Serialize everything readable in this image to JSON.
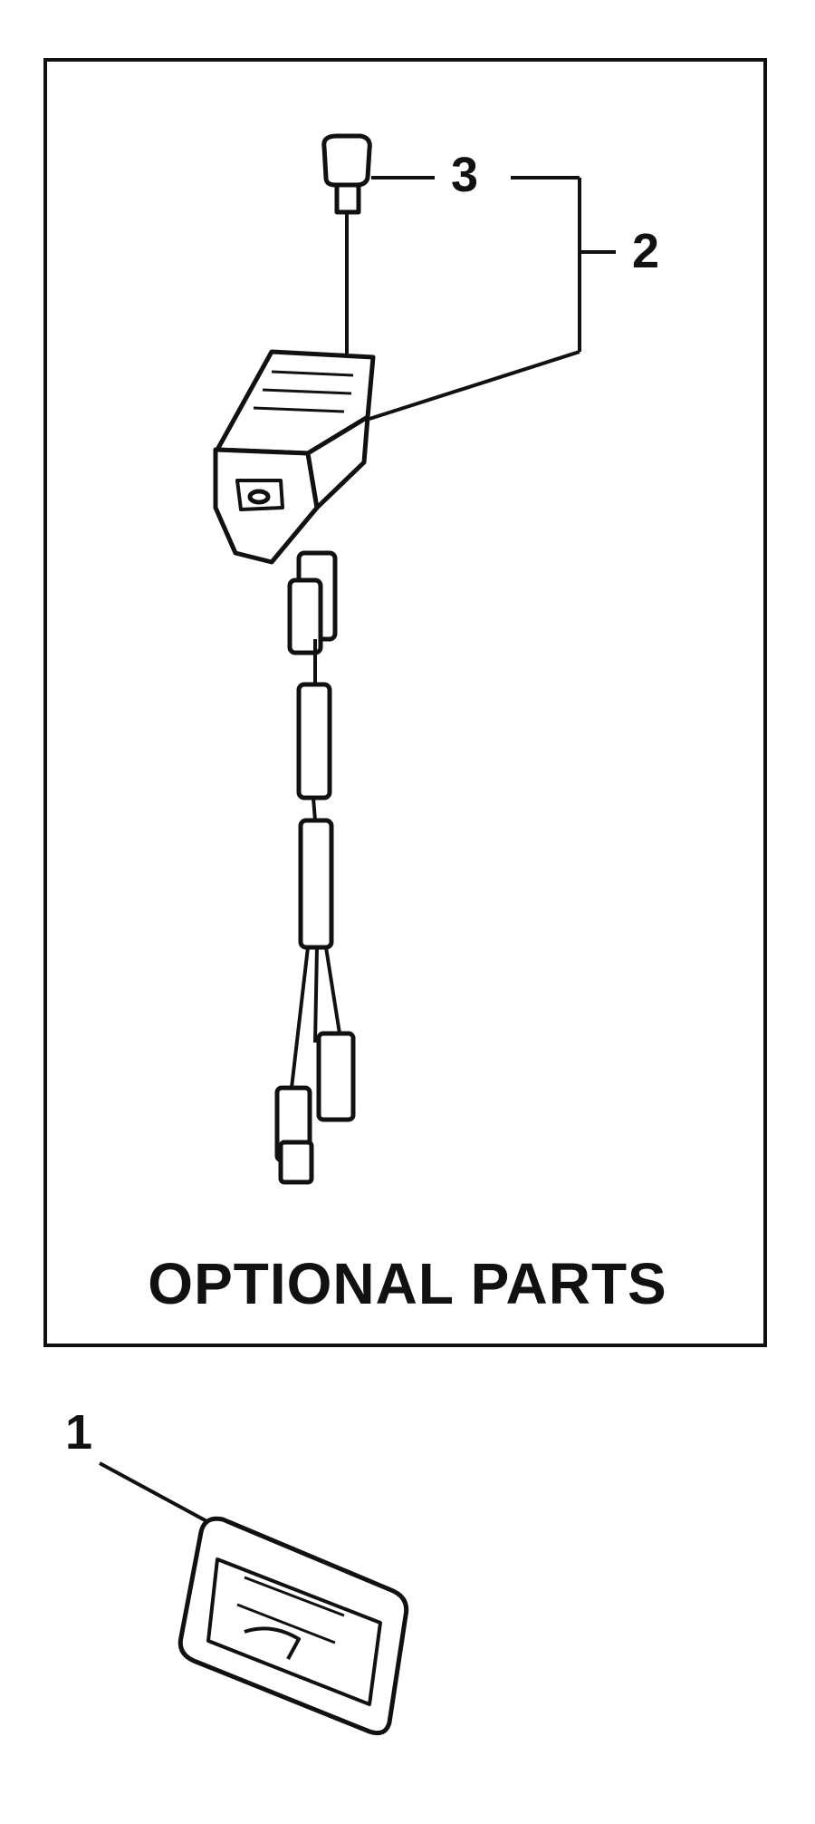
{
  "panel": {
    "title": "OPTIONAL PARTS"
  },
  "callouts": {
    "c1": "1",
    "c2": "2",
    "c3": "3"
  },
  "colors": {
    "ink": "#111111",
    "background": "#ffffff"
  },
  "icons": {
    "switch_assembly": "switch-harness-icon",
    "screw": "screw-icon",
    "switch": "rocker-switch-icon"
  }
}
